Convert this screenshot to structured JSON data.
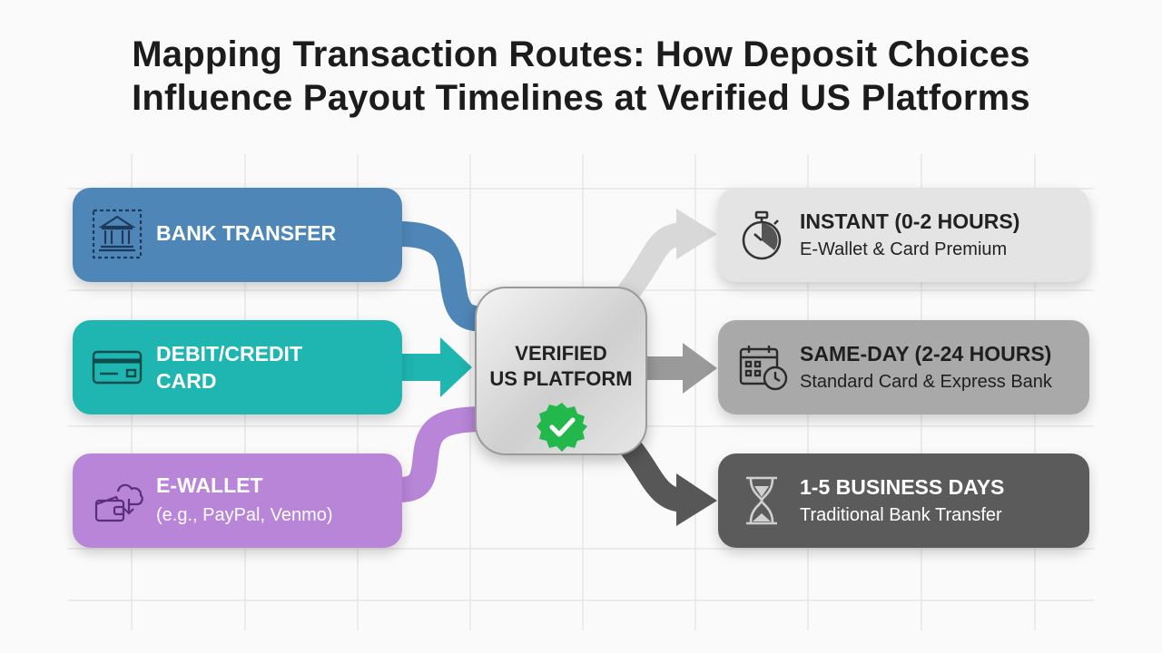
{
  "title": {
    "line1": "Mapping Transaction Routes: How Deposit Choices",
    "line2": "Influence Payout Timelines at Verified US Platforms"
  },
  "inputs": [
    {
      "label_lines": [
        "BANK TRANSFER"
      ],
      "icon": "bank-icon",
      "color": "#4f86b8"
    },
    {
      "label_lines": [
        "DEBIT/CREDIT",
        "CARD"
      ],
      "icon": "credit-card-icon",
      "color": "#1fb5b0"
    },
    {
      "label_lines": [
        "E-WALLET"
      ],
      "sub": "(e.g., PayPal, Venmo)",
      "icon": "wallet-cloud-icon",
      "color": "#b885d8"
    }
  ],
  "hub": {
    "lines": [
      "VERIFIED",
      "US PLATFORM"
    ],
    "icon": "check-badge-icon",
    "badge_color": "#22b84c"
  },
  "outputs": [
    {
      "label": "INSTANT (0-2 HOURS)",
      "sub": "E-Wallet & Card Premium",
      "icon": "stopwatch-icon",
      "color": "#e4e4e4",
      "text_color": "#222222"
    },
    {
      "label": "SAME-DAY (2-24 HOURS)",
      "sub": "Standard Card & Express Bank",
      "icon": "calendar-clock-icon",
      "color": "#a9a9a9",
      "text_color": "#1f1f1f"
    },
    {
      "label": "1-5 BUSINESS DAYS",
      "sub": "Traditional Bank Transfer",
      "icon": "hourglass-icon",
      "color": "#5b5b5b",
      "text_color": "#ffffff"
    }
  ]
}
